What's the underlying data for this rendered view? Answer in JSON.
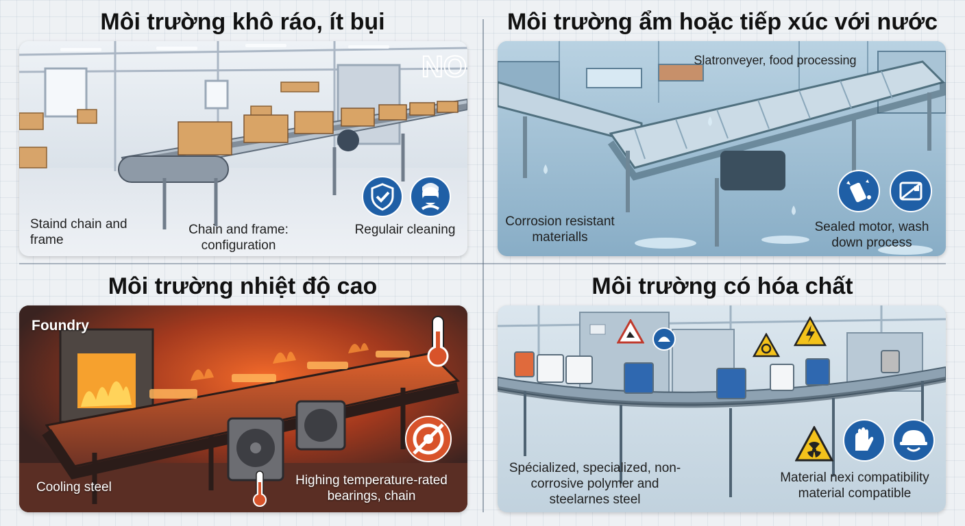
{
  "panels": {
    "dry": {
      "title": "Môi trường khô ráo, ít bụi",
      "watermark": "NO",
      "labels": {
        "chain_frame": "Staind chain and frame",
        "configuration": "Chain and frame: configuration",
        "cleaning": "Regulair cleaning"
      },
      "icons": [
        "shield-check-icon",
        "face-mask-worker-icon"
      ]
    },
    "wet": {
      "title": "Môi trường ẩm hoặc tiếp xúc với nước",
      "labels": {
        "top_caption": "Slatronveyer, food processing",
        "corrosion": "Corrosion resistant materialls",
        "sealed": "Sealed motor, wash down process"
      },
      "icons": [
        "cleaning-spray-icon",
        "sealed-motor-icon"
      ]
    },
    "hot": {
      "title": "Môi trường nhiệt độ cao",
      "labels": {
        "foundry": "Foundry",
        "cooling": "Cooling steel",
        "bearings": "Highing temperature-rated bearings, chain"
      },
      "icons": [
        "thermometer-icon",
        "heat-resistant-bearing-icon",
        "thermometer-small-icon"
      ]
    },
    "chem": {
      "title": "Môi trường có hóa chất",
      "labels": {
        "polymer": "Spécialized, specialized, non-corrosive polymer and steelarnes steel",
        "compat": "Material nexi compatibility material compatible"
      },
      "icons": [
        "radiation-warning-icon",
        "gloves-icon",
        "hard-hat-icon",
        "high-voltage-warning-icon"
      ]
    }
  },
  "colors": {
    "dry_bg": "#d9e2ec",
    "wet_bg": "#9fc0d6",
    "hot_bg": "#3a2a26",
    "chem_bg": "#cfdde7",
    "badge_blue": "#1f5fa6",
    "badge_orange": "#d8532a",
    "warning_yellow": "#f4c21b"
  }
}
